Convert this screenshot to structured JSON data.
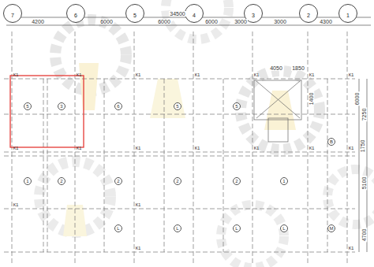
{
  "diagram": {
    "nodes": [
      {
        "text": [
          "7"
        ]
      },
      {
        "text": [
          "6"
        ]
      },
      {
        "text": [
          "5"
        ]
      },
      {
        "text": [
          "4"
        ]
      },
      {
        "text": [
          "3"
        ]
      },
      {
        "text": [
          "2"
        ]
      },
      {
        "text": [
          "1"
        ]
      }
    ],
    "labels": [
      "4200",
      "6000",
      "6000",
      "34500",
      "6000",
      "3000",
      "3000",
      "4300",
      "K1",
      "K1",
      "K1",
      "K1",
      "K1",
      "K1",
      "K1",
      "K1",
      "K1",
      "K1",
      "K1",
      "K1",
      "K1",
      "K1",
      "K1",
      "K1",
      "K1",
      "K1",
      "4050",
      "1850",
      "1400",
      "7250",
      "6000",
      "1750",
      "5100",
      "4700",
      "5",
      "3",
      "6",
      "5",
      "5",
      "B",
      "1",
      "2",
      "2",
      "2",
      "2",
      "1",
      "L",
      "L",
      "L",
      "L",
      "M"
    ]
  }
}
